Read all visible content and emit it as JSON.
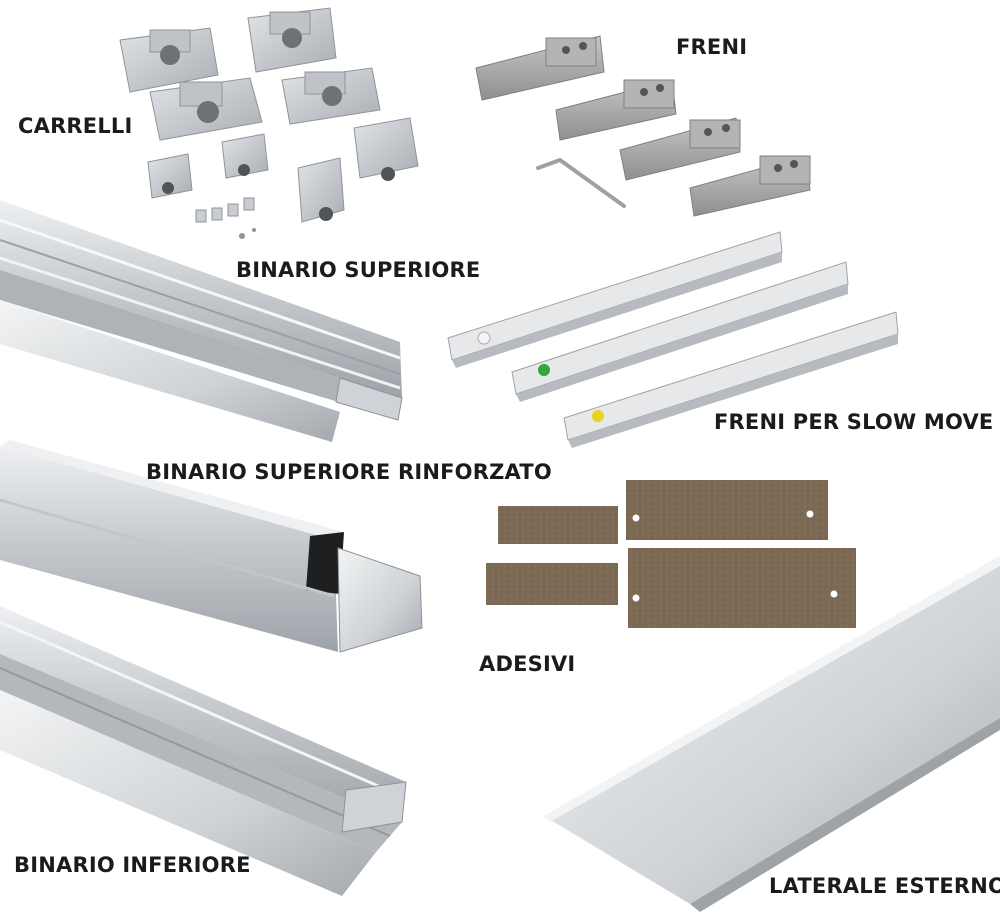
{
  "labels": {
    "carrelli": "CARRELLI",
    "freni": "FRENI",
    "binario_superiore": "BINARIO SUPERIORE",
    "freni_slow_move": "FRENI PER SLOW MOVE",
    "binario_superiore_rinforzato": "BINARIO SUPERIORE RINFORZATO",
    "adesivi": "ADESIVI",
    "binario_inferiore": "BINARIO INFERIORE",
    "laterale_esterno": "LATERALE ESTERNO"
  },
  "colors": {
    "aluminium_light": "#dcdfe2",
    "aluminium_mid": "#b9bdc2",
    "aluminium_dark": "#8e9399",
    "brake_grey": "#a9aaa8",
    "felt_brown": "#7d6a55",
    "label_text": "#1b1b1b",
    "dot_white": "#f4f4f4",
    "dot_green": "#2fa83a",
    "dot_yellow": "#e8d21e"
  }
}
